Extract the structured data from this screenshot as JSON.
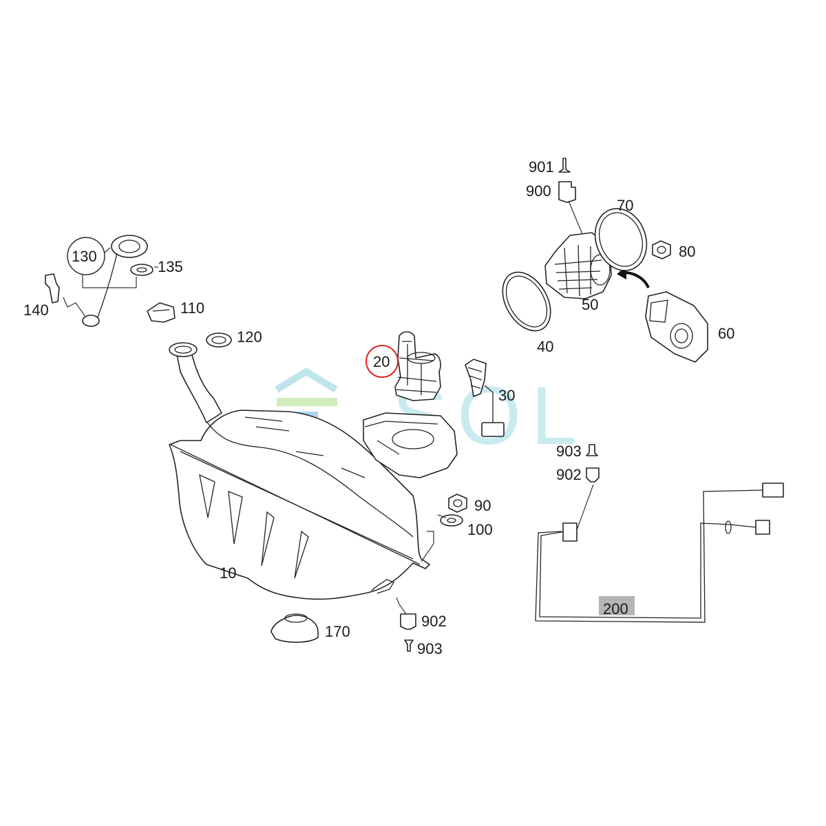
{
  "watermark": "SOL",
  "labels": {
    "p10": "10",
    "p20": "20",
    "p30": "30",
    "p40": "40",
    "p50": "50",
    "p60": "60",
    "p70": "70",
    "p80": "80",
    "p90": "90",
    "p100": "100",
    "p110": "110",
    "p120": "120",
    "p130": "130",
    "p135": "135",
    "p140": "140",
    "p170": "170",
    "p200": "200",
    "p900": "900",
    "p901": "901",
    "p902_top": "902",
    "p903_top": "903",
    "p902_bottom": "902",
    "p903_bottom": "903"
  },
  "highlight": {
    "circled_part": "20",
    "highlight_color": "#e02424",
    "shaded_part": "200",
    "shade_color": "#b5b5b5"
  }
}
